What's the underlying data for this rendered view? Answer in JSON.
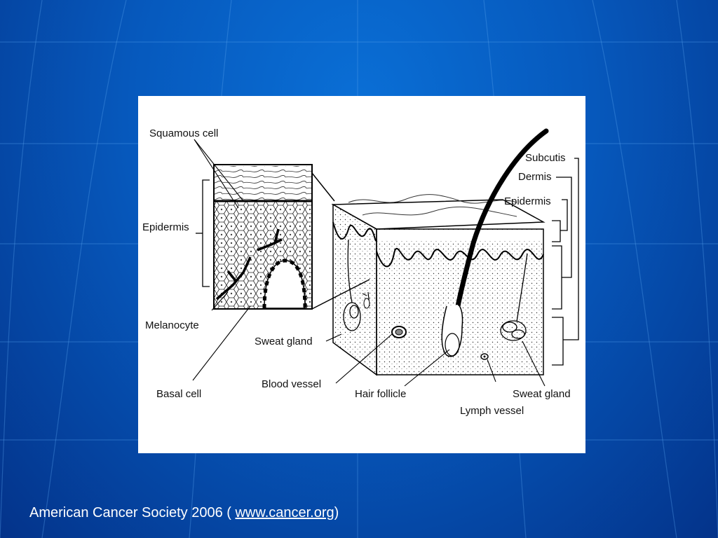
{
  "diagram": {
    "labels": {
      "squamous_cell": "Squamous cell",
      "epidermis_left": "Epidermis",
      "melanocyte": "Melanocyte",
      "basal_cell": "Basal cell",
      "subcutis": "Subcutis",
      "dermis": "Dermis",
      "epidermis_right": "Epidermis",
      "sweat_gland_left": "Sweat gland",
      "blood_vessel": "Blood vessel",
      "hair_follicle": "Hair follicle",
      "sweat_gland_right": "Sweat gland",
      "lymph_vessel": "Lymph vessel"
    }
  },
  "caption": {
    "prefix": "American Cancer Society 2006 ( ",
    "link_text": "www.cancer.org",
    "suffix": ")"
  },
  "colors": {
    "background": "#0659bd",
    "grid_lines": "#5aa4ee",
    "panel": "#ffffff",
    "caption_text": "#ffffff"
  }
}
